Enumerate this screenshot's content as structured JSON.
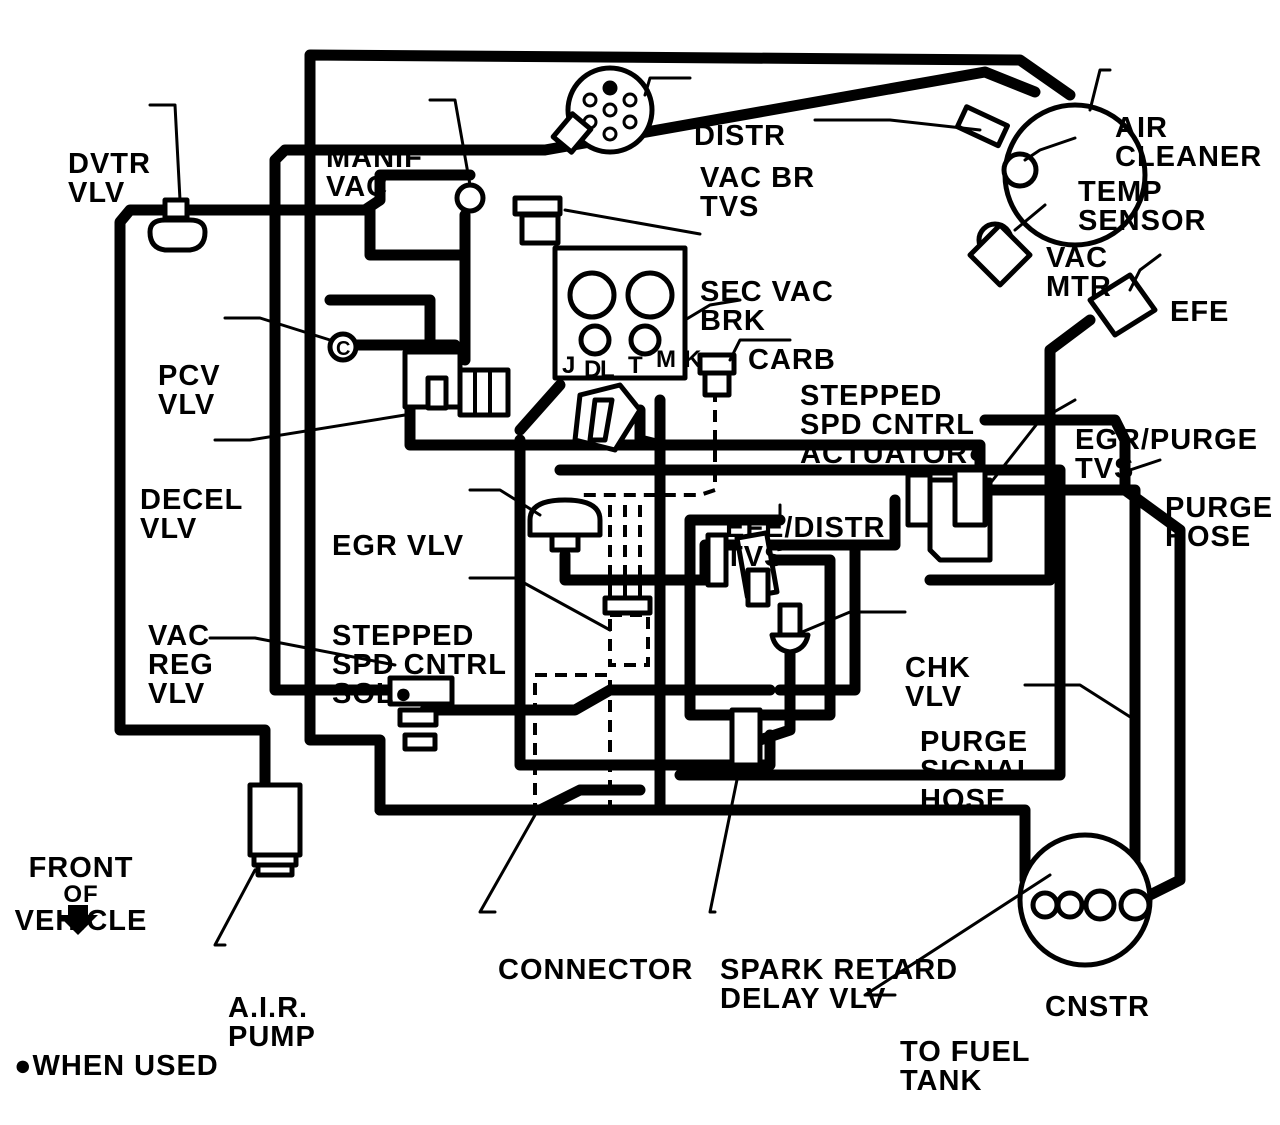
{
  "labels": {
    "dvtr_vlv": [
      "DVTR",
      "VLV"
    ],
    "manif_vac": [
      "MANIF",
      "VAC"
    ],
    "distr": [
      "DISTR"
    ],
    "air_cleaner": [
      "AIR",
      "CLEANER"
    ],
    "vac_br_tvs": [
      "VAC BR",
      "TVS"
    ],
    "temp_sensor": [
      "TEMP",
      "SENSOR"
    ],
    "vac_mtr": [
      "VAC",
      "MTR"
    ],
    "sec_vac_brk": [
      "SEC VAC",
      "BRK"
    ],
    "efe": [
      "EFE"
    ],
    "carb": [
      "CARB"
    ],
    "pcv_vlv": [
      "PCV",
      "VLV"
    ],
    "stepped_spd_actuator": [
      "STEPPED",
      "SPD CNTRL",
      "ACTUATOR●"
    ],
    "egr_purge_tvs": [
      "EGR/PURGE",
      "TVS"
    ],
    "decel_vlv": [
      "DECEL",
      "VLV"
    ],
    "purge_hose": [
      "PURGE",
      "HOSE"
    ],
    "efe_distr_tvs": [
      "EFE/DISTR",
      "TVS"
    ],
    "egr_vlv": [
      "EGR VLV"
    ],
    "stepped_spd_sol": [
      "STEPPED",
      "SPD CNTRL",
      "SOL●"
    ],
    "vac_reg_vlv": [
      "VAC",
      "REG",
      "VLV"
    ],
    "chk_vlv": [
      "CHK",
      "VLV"
    ],
    "purge_signal_hose": [
      "PURGE",
      "SIGNAL",
      "HOSE"
    ],
    "front_of_vehicle": [
      "FRONT",
      "OF",
      "VEHICLE"
    ],
    "connector": [
      "CONNECTOR"
    ],
    "spark_retard_delay_vlv": [
      "SPARK RETARD",
      "DELAY VLV"
    ],
    "air_pump": [
      "A.I.R.",
      "PUMP"
    ],
    "cnstr": [
      "CNSTR"
    ],
    "to_fuel_tank": [
      "TO FUEL",
      "TANK"
    ],
    "when_used": [
      "●WHEN USED"
    ],
    "carb_ports": [
      "J",
      "D",
      "L",
      "T",
      "M",
      "K"
    ]
  },
  "icons": [
    "front-arrow-icon"
  ]
}
